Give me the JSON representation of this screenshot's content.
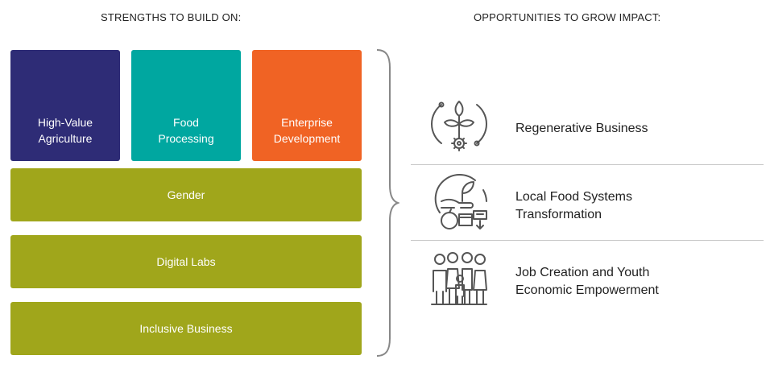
{
  "headings": {
    "strengths": "STRENGTHS TO BUILD ON:",
    "opportunities": "OPPORTUNITIES TO GROW IMPACT:"
  },
  "tiles": [
    {
      "label": "High-Value\nAgriculture",
      "color": "#2e2c76"
    },
    {
      "label": "Food\nProcessing",
      "color": "#00a7a0"
    },
    {
      "label": "Enterprise\nDevelopment",
      "color": "#f06324"
    }
  ],
  "bars": [
    {
      "label": "Gender",
      "color": "#a0a61b"
    },
    {
      "label": "Digital Labs",
      "color": "#a0a61b"
    },
    {
      "label": "Inclusive Business",
      "color": "#a0a61b"
    }
  ],
  "opportunities": [
    {
      "label": "Regenerative Business",
      "icon": "plant-gear-icon"
    },
    {
      "label": "Local Food Systems\nTransformation",
      "icon": "food-systems-icon"
    },
    {
      "label": "Job Creation and Youth\nEconomic Empowerment",
      "icon": "people-group-icon"
    }
  ],
  "colors": {
    "icon_stroke": "#555555",
    "divider": "#c8c8c8",
    "brace": "#888888"
  }
}
